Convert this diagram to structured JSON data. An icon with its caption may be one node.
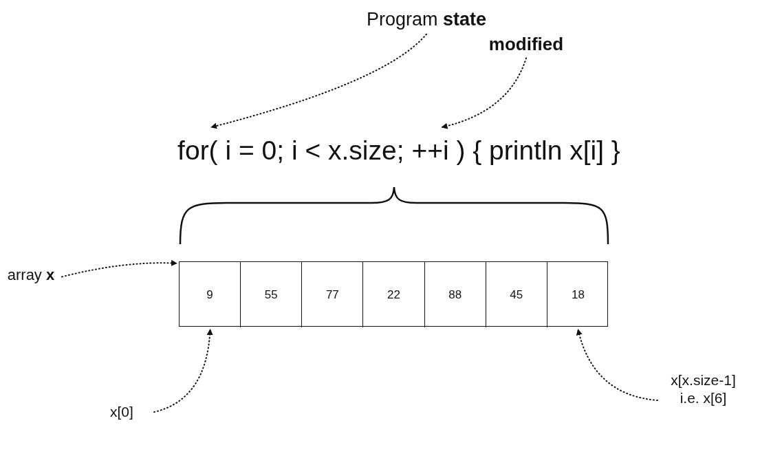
{
  "diagram": {
    "nodes": [
      {
        "text": [
          "Program **state**"
        ]
      },
      {
        "text": [
          "modified"
        ]
      },
      {
        "text": [
          "for( i = 0; i < x.size; ++i ) { println x[i] }"
        ]
      },
      {
        "text": [
          "array **x**"
        ]
      },
      {
        "text": [],
        "shape": "box"
      },
      {
        "text": [
          "9"
        ],
        "in": 4
      },
      {
        "text": [
          "55"
        ],
        "in": 4
      },
      {
        "text": [
          "77"
        ],
        "in": 4
      },
      {
        "text": [
          "22"
        ],
        "in": 4
      },
      {
        "text": [
          "88"
        ],
        "in": 4
      },
      {
        "text": [
          "45"
        ],
        "in": 4
      },
      {
        "text": [
          "18"
        ],
        "in": 4
      },
      {
        "text": [
          "x[0]"
        ]
      },
      {
        "text": [
          "x[x.size-1] i.e. x[6]"
        ]
      }
    ],
    "edges": [
      {
        "from": 0,
        "to": 2,
        "arrow": "to"
      },
      {
        "from": 1,
        "to": 2,
        "arrow": "to"
      },
      {
        "from": 3,
        "to": 4,
        "arrow": "to"
      },
      {
        "from": 12,
        "to": 5,
        "arrow": "to"
      },
      {
        "from": 13,
        "to": 11,
        "arrow": "to"
      }
    ]
  }
}
